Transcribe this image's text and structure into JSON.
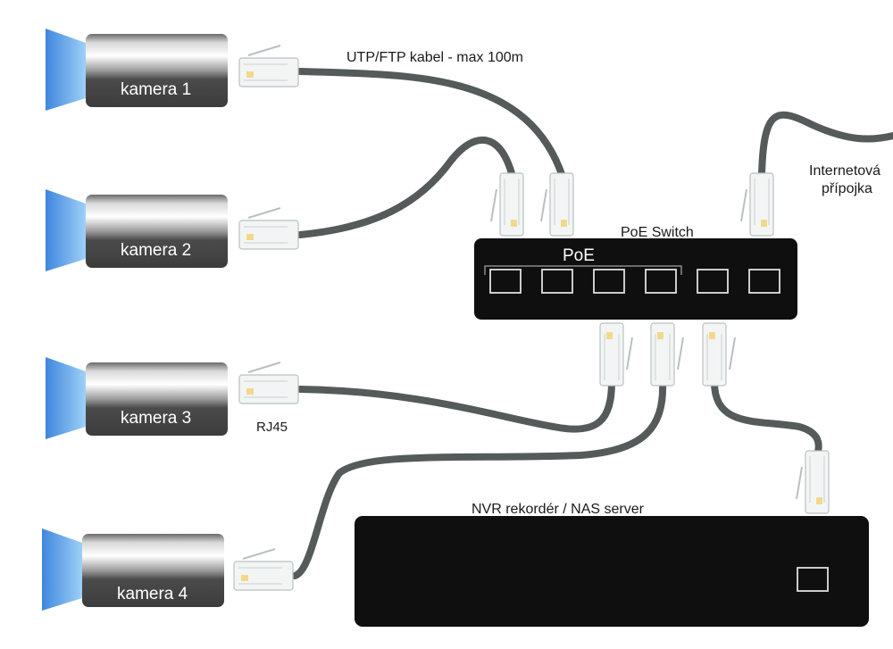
{
  "labels": {
    "cable": "UTP/FTP kabel - max 100m",
    "connector": "RJ45",
    "internet_line1": "Internetová",
    "internet_line2": "přípojka",
    "switch_title": "PoE  Switch",
    "poe_group": "PoE",
    "recorder": "NVR rekordér / NAS server"
  },
  "cameras": [
    {
      "label": "kamera 1"
    },
    {
      "label": "kamera 2"
    },
    {
      "label": "kamera 3"
    },
    {
      "label": "kamera 4"
    }
  ],
  "switch": {
    "port_count": 6,
    "poe_port_count": 4
  },
  "colors": {
    "cable": "#555a5a",
    "device_body": "#0f0f0f",
    "camera_lens": "#4a8fe0",
    "connector_accent": "#f2d98a",
    "connector_body": "#f2f4f4"
  }
}
